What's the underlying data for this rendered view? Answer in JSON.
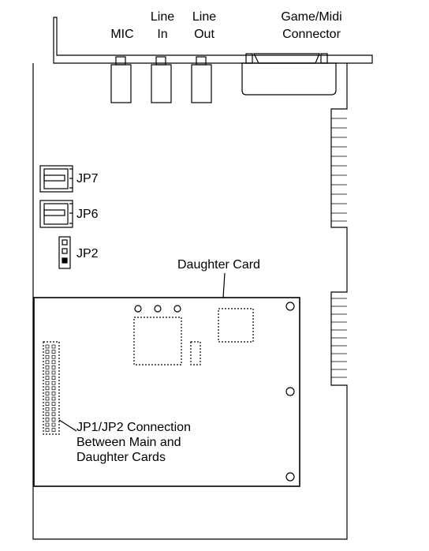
{
  "labels": {
    "mic": "MIC",
    "line_in_1": "Line",
    "line_in_2": "In",
    "line_out_1": "Line",
    "line_out_2": "Out",
    "game_midi_1": "Game/Midi",
    "game_midi_2": "Connector",
    "jp7": "JP7",
    "jp6": "JP6",
    "jp2": "JP2",
    "daughter_card": "Daughter Card",
    "jp1jp2_line1": "JP1/JP2 Connection",
    "jp1jp2_line2": "Between Main and",
    "jp1jp2_line3": "Daughter Cards"
  }
}
